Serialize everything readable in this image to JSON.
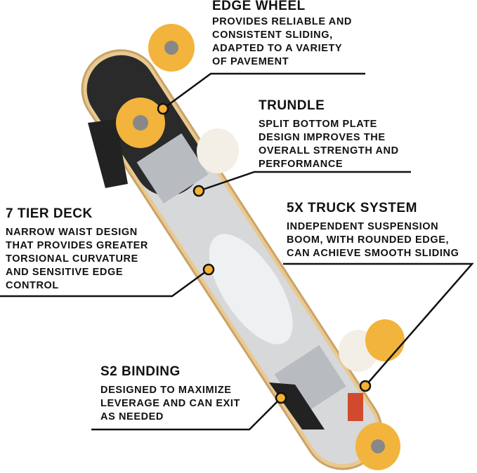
{
  "colors": {
    "accent": "#f5b133",
    "line": "#111111",
    "deck_wood": "#e9c98f",
    "wheel": "#f2b43c"
  },
  "features": [
    {
      "title": "EDGE WHEEL",
      "lines": [
        "PROVIDES RELIABLE AND",
        "CONSISTENT SLIDING,",
        "ADAPTED TO A VARIETY",
        "OF PAVEMENT"
      ]
    },
    {
      "title": "TRUNDLE",
      "lines": [
        "SPLIT BOTTOM PLATE",
        "DESIGN IMPROVES THE",
        "OVERALL STRENGTH AND",
        "PERFORMANCE"
      ]
    },
    {
      "title": "7 TIER DECK",
      "lines": [
        "NARROW WAIST DESIGN",
        "THAT PROVIDES GREATER",
        "TORSIONAL CURVATURE",
        "AND SENSITIVE EDGE",
        "CONTROL"
      ]
    },
    {
      "title": "5X TRUCK SYSTEM",
      "lines": [
        "INDEPENDENT SUSPENSION",
        "BOOM, WITH ROUNDED EDGE,",
        "CAN ACHIEVE SMOOTH SLIDING"
      ]
    },
    {
      "title": "S2 BINDING",
      "lines": [
        "DESIGNED TO MAXIMIZE",
        "LEVERAGE AND CAN EXIT",
        "AS NEEDED"
      ]
    }
  ]
}
